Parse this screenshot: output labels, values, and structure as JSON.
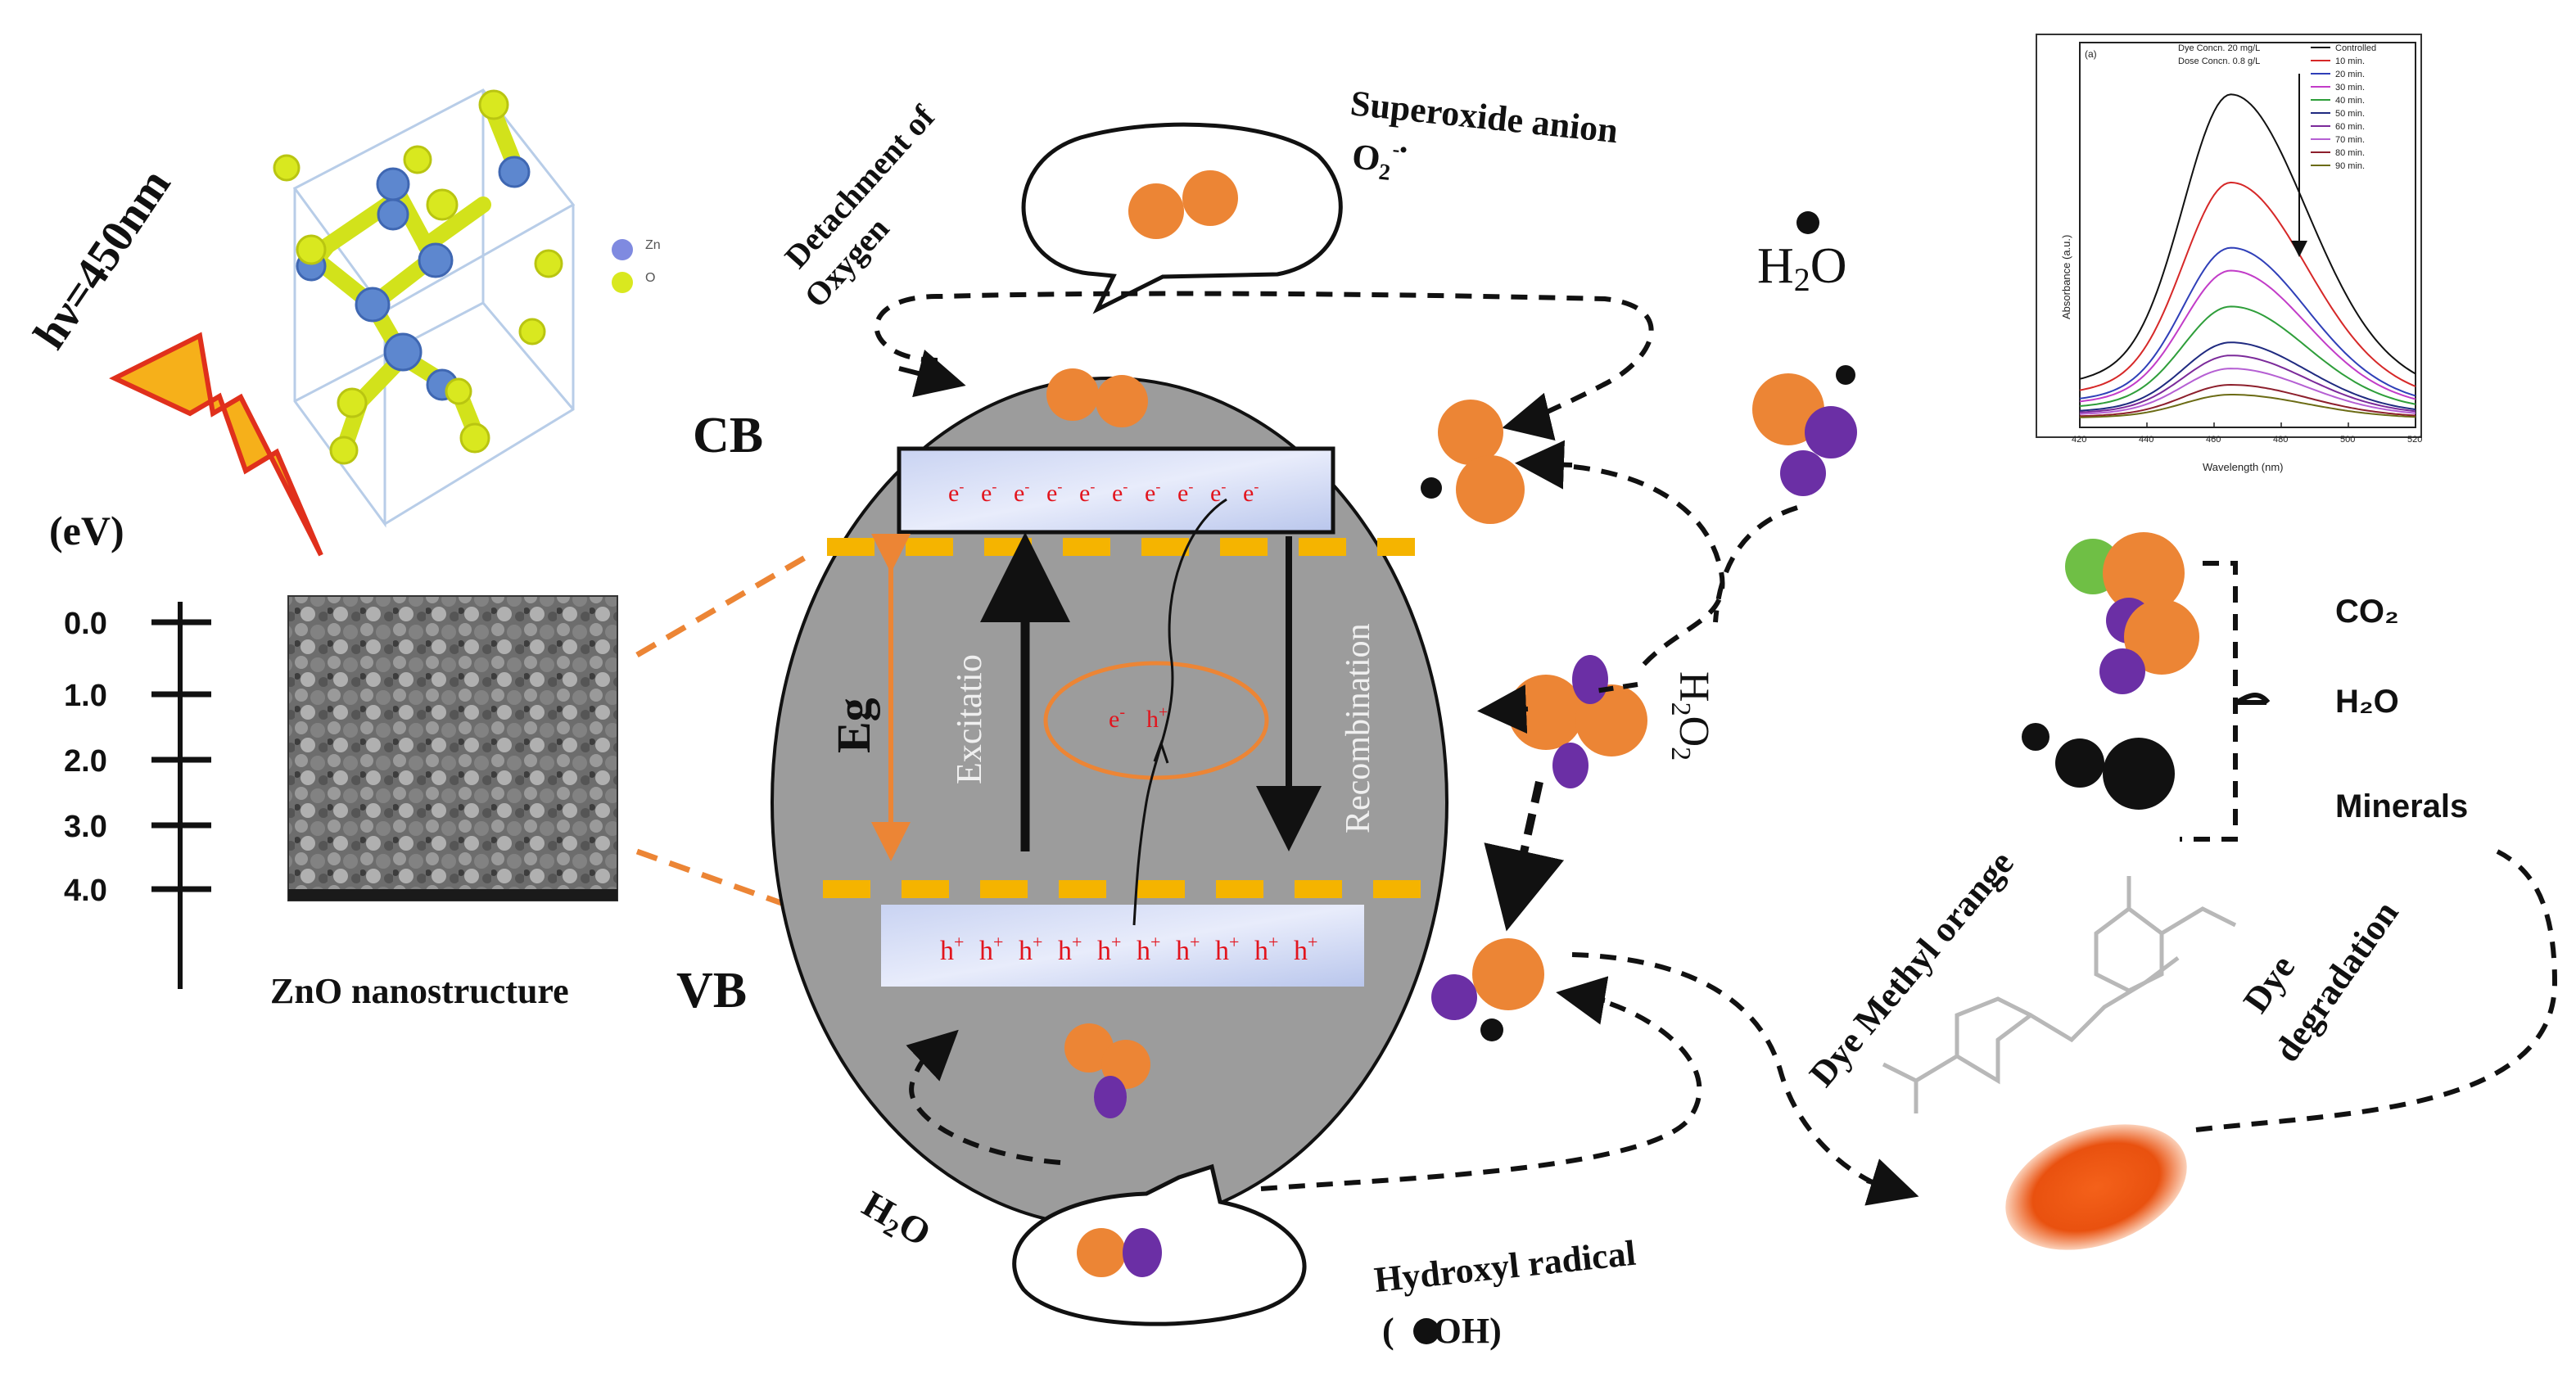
{
  "photon": {
    "label": "hν=450nm"
  },
  "crystal": {
    "legend": [
      {
        "label": "Zn",
        "color": "#7f8ae0"
      },
      {
        "label": "O",
        "color": "#d9e81f"
      }
    ]
  },
  "energy_scale": {
    "unit": "(eV)",
    "ticks": [
      "0.0",
      "1.0",
      "2.0",
      "3.0",
      "4.0"
    ]
  },
  "sem": {
    "caption": "ZnO nanostructure"
  },
  "bands": {
    "cb": "CB",
    "vb": "VB",
    "electron": "e",
    "hole": "h",
    "plus": "+",
    "minus": "-",
    "eg": "Eg",
    "excitation": "Excitatio",
    "recombination": "Recombination",
    "pair_e": "e",
    "pair_h": "h",
    "carrier_count": 10
  },
  "species": {
    "detachment_line1": "Detachment of",
    "detachment_line2": "Oxygen",
    "superoxide_line1": "Superoxide anion",
    "superoxide_line2": "O",
    "superoxide_sub": "2",
    "superoxide_sup": "-•",
    "water_top": "H",
    "water_top_sub": "2",
    "water_top_end": "O",
    "peroxide": "H",
    "peroxide_sub": "2",
    "peroxide_end": "O",
    "peroxide_sub2": "2",
    "water_bottom": "H",
    "water_bottom_sub": "2",
    "water_bottom_end": "O",
    "hydroxyl_line1": "Hydroxyl radical",
    "hydroxyl_line2_open": "(",
    "hydroxyl_line2_end": "OH)"
  },
  "products": {
    "co2": "CO₂",
    "h2o": "H₂O",
    "minerals": "Minerals",
    "dye": "Dye Methyl orange",
    "degradation_line1": "Dye",
    "degradation_line2": "degradation"
  },
  "colors": {
    "ellipse": "#9c9c9c",
    "orange": "#ec8535",
    "purple": "#6b2fa5",
    "band_gap": "#f5b400",
    "electron_text": "#e2141d",
    "crystal_zn": "#5d87cf",
    "crystal_o": "#d9e81f",
    "dye_powder": "#f25a14"
  },
  "chart_data": {
    "type": "line",
    "panel_label": "(a)",
    "xlabel": "Wavelength (nm)",
    "ylabel": "Absorbance (a.u.)",
    "xlim": [
      420,
      520
    ],
    "x_ticks": [
      "420",
      "440",
      "460",
      "480",
      "500",
      "520"
    ],
    "annotation_line1": "Dye Concn. 20 mg/L",
    "annotation_line2": "Dose Concn. 0.8 g/L",
    "peak_x": 465,
    "series": [
      {
        "name": "Controlled",
        "peak": 1.0,
        "color": "#111111"
      },
      {
        "name": "10 min.",
        "peak": 0.73,
        "color": "#d62828"
      },
      {
        "name": "20 min.",
        "peak": 0.53,
        "color": "#2f3fb8"
      },
      {
        "name": "30 min.",
        "peak": 0.46,
        "color": "#c23cc8"
      },
      {
        "name": "40 min.",
        "peak": 0.35,
        "color": "#2e9e3a"
      },
      {
        "name": "50 min.",
        "peak": 0.24,
        "color": "#1f2a80"
      },
      {
        "name": "60 min.",
        "peak": 0.2,
        "color": "#7b2a9a"
      },
      {
        "name": "70 min.",
        "peak": 0.16,
        "color": "#b55fd3"
      },
      {
        "name": "80 min.",
        "peak": 0.11,
        "color": "#8d1f2c"
      },
      {
        "name": "90 min.",
        "peak": 0.08,
        "color": "#6b6b14"
      }
    ]
  }
}
